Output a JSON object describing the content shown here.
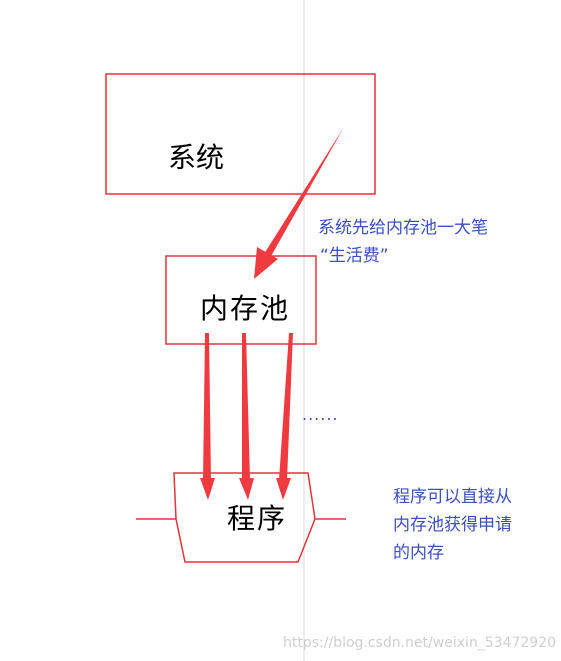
{
  "nodes": {
    "system": {
      "label": "系统"
    },
    "memory_pool": {
      "label": "内存池"
    },
    "program": {
      "label": "程序"
    }
  },
  "annotations": {
    "system_to_pool_line1": "系统先给内存池一大笔",
    "system_to_pool_line2": "“生活费”",
    "ellipsis": "......",
    "program_note_line1": "程序可以直接从",
    "program_note_line2": "内存池获得申请",
    "program_note_line3": "的内存"
  },
  "watermark": "https://blog.csdn.net/weixin_53472920",
  "colors": {
    "box_stroke": "#e0353b",
    "arrow": "#ef3b40",
    "note_text": "#3c4fc0",
    "guide_line": "#d9d9d9"
  }
}
